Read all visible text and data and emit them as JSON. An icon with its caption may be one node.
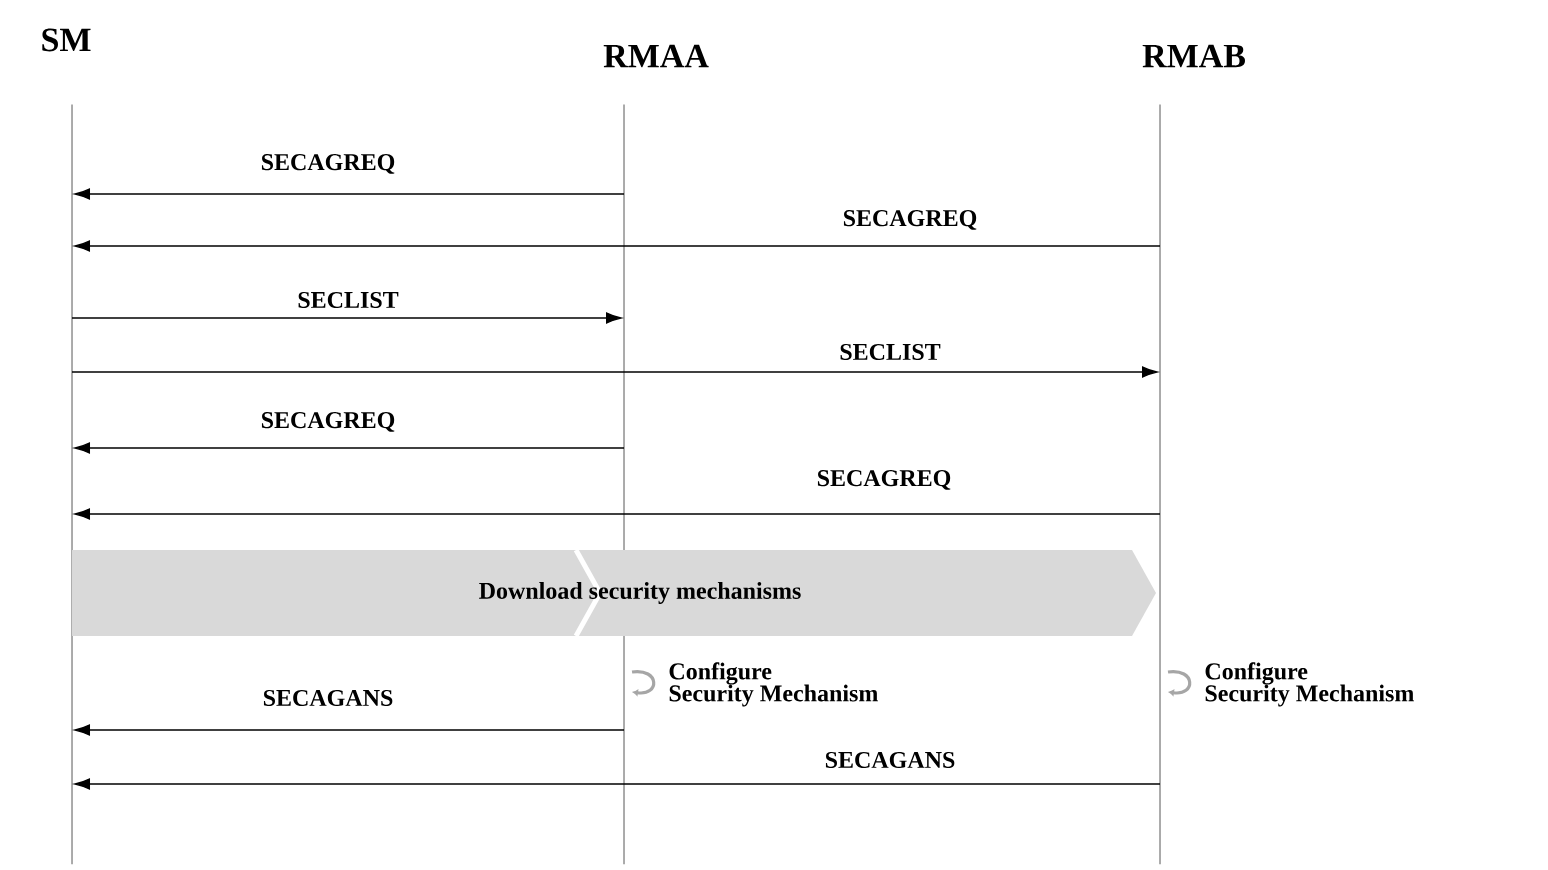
{
  "diagram": {
    "nodes": [
      {
        "text": [],
        "shape": "line",
        "beside": [
          "SM"
        ]
      },
      {
        "text": [],
        "shape": "line",
        "beside": [
          "RMAA"
        ]
      },
      {
        "text": [],
        "shape": "line",
        "beside": [
          "RMAB"
        ]
      },
      {
        "text": [
          "Download security mechanisms"
        ]
      }
    ],
    "edges": [
      {
        "from": 1,
        "to": 0,
        "arrow": "to",
        "label": "SECAGREQ"
      },
      {
        "from": 2,
        "to": 0,
        "arrow": "to",
        "label": "SECAGREQ"
      },
      {
        "from": 0,
        "to": 1,
        "arrow": "to",
        "label": "SECLIST"
      },
      {
        "from": 0,
        "to": 2,
        "arrow": "to",
        "label": "SECLIST"
      },
      {
        "from": 1,
        "to": 0,
        "arrow": "to",
        "label": "SECAGREQ"
      },
      {
        "from": 2,
        "to": 0,
        "arrow": "to",
        "label": "SECAGREQ"
      },
      {
        "from": 1,
        "to": 0,
        "arrow": "to",
        "label": "SECAGANS"
      },
      {
        "from": 2,
        "to": 0,
        "arrow": "to",
        "label": "SECAGANS"
      }
    ],
    "labels": [
      "Configure Security Mechanism",
      "Configure Security Mechanism"
    ]
  }
}
